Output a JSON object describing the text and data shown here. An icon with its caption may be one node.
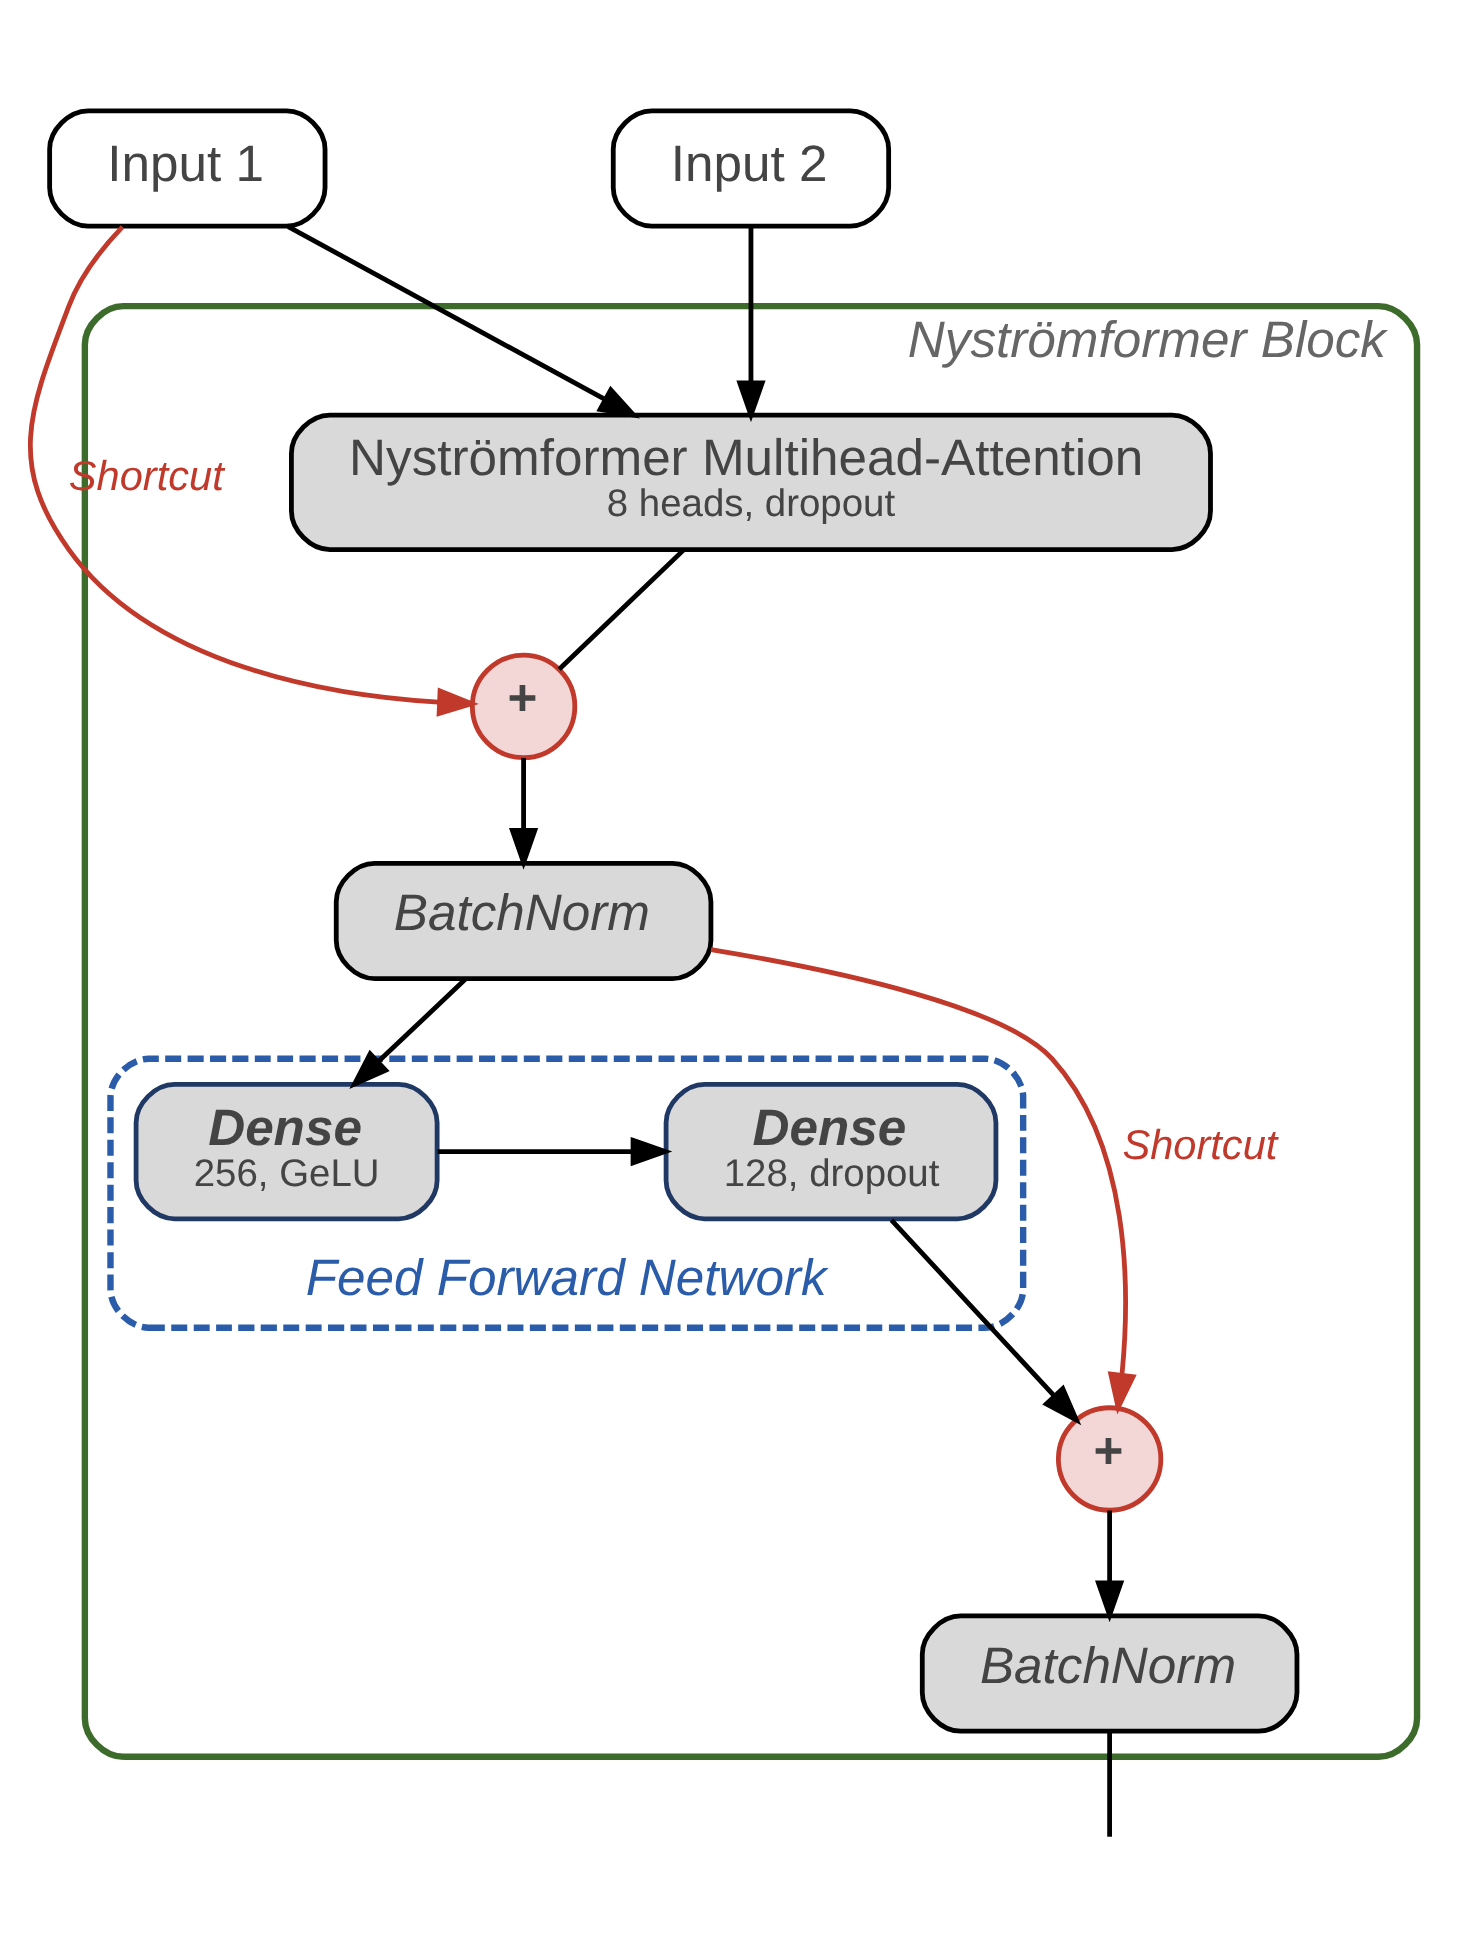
{
  "diagram": {
    "nodes": [
      {
        "text": [
          "Nyströmformer Block"
        ]
      },
      {
        "text": [
          "Input 1"
        ]
      },
      {
        "text": [
          "Input 2"
        ]
      },
      {
        "text": [
          "Nyströmformer Multihead-Attention",
          "8 heads, dropout"
        ],
        "in": 0
      },
      {
        "text": [
          "+"
        ],
        "in": 0
      },
      {
        "text": [
          "BatchNorm"
        ],
        "in": 0
      },
      {
        "text": [
          "Feed Forward Network"
        ],
        "in": 0
      },
      {
        "text": [
          "Dense",
          "256, GeLU"
        ],
        "in": 6
      },
      {
        "text": [
          "Dense",
          "128, dropout"
        ],
        "in": 6
      },
      {
        "text": [
          "+"
        ],
        "in": 0
      },
      {
        "text": [
          "BatchNorm"
        ],
        "in": 0
      }
    ],
    "edges": [
      {
        "from": 1,
        "to": 3,
        "arrow": "to"
      },
      {
        "from": 2,
        "to": 3,
        "arrow": "to"
      },
      {
        "from": 3,
        "to": 4,
        "arrow": "none"
      },
      {
        "from": 1,
        "to": 4,
        "arrow": "to",
        "label": "Shortcut",
        "color": "#c0392b"
      },
      {
        "from": 4,
        "to": 5,
        "arrow": "to"
      },
      {
        "from": 5,
        "to": 7,
        "arrow": "to"
      },
      {
        "from": 7,
        "to": 8,
        "arrow": "to"
      },
      {
        "from": 8,
        "to": 9,
        "arrow": "to"
      },
      {
        "from": 5,
        "to": 9,
        "arrow": "to",
        "label": "Shortcut",
        "color": "#c0392b"
      },
      {
        "from": 9,
        "to": 10,
        "arrow": "to"
      },
      {
        "from": 10,
        "to": null,
        "arrow": "none"
      }
    ]
  }
}
